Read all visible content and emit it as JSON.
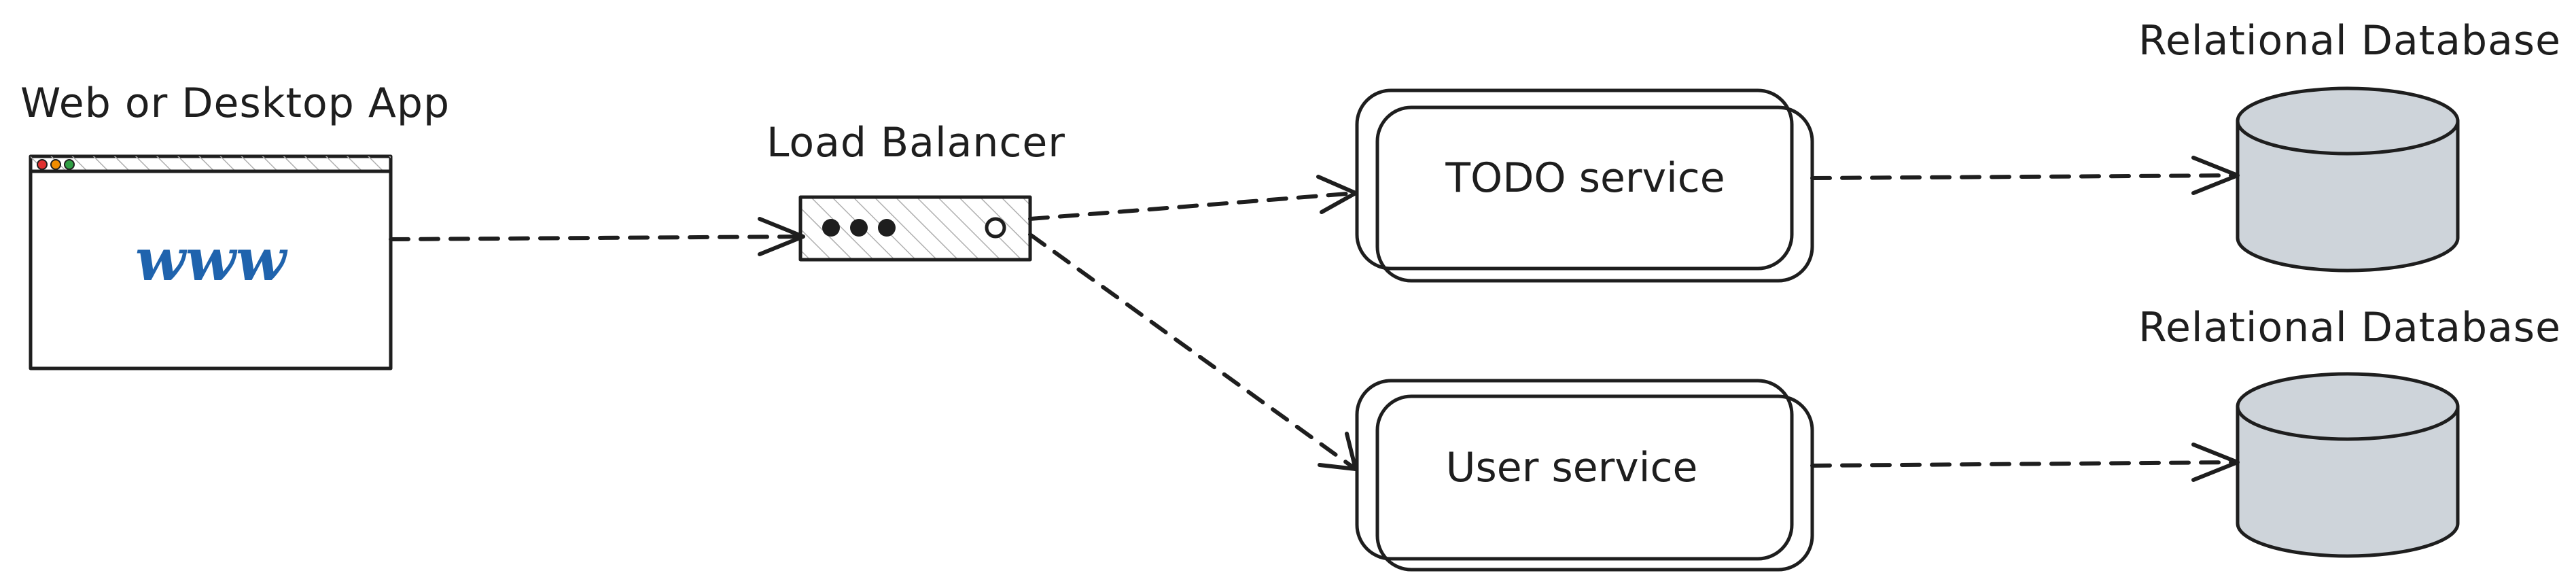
{
  "nodes": {
    "client": {
      "label": "Web or Desktop App",
      "content": "www",
      "colors": {
        "window_dot_red": "#e03131",
        "window_dot_orange": "#f08c00",
        "window_dot_green": "#2f9e44",
        "www": "#1f63ad"
      }
    },
    "load_balancer": {
      "label": "Load Balancer"
    },
    "todo_service": {
      "label": "TODO service"
    },
    "user_service": {
      "label": "User service"
    },
    "todo_db": {
      "label": "Relational Database"
    },
    "user_db": {
      "label": "Relational Database"
    }
  },
  "edges": [
    {
      "from": "client",
      "to": "load_balancer",
      "style": "dashed"
    },
    {
      "from": "load_balancer",
      "to": "todo_service",
      "style": "dashed"
    },
    {
      "from": "load_balancer",
      "to": "user_service",
      "style": "dashed"
    },
    {
      "from": "todo_service",
      "to": "todo_db",
      "style": "dashed"
    },
    {
      "from": "user_service",
      "to": "user_db",
      "style": "dashed"
    }
  ],
  "colors": {
    "stroke": "#1e1e1e",
    "database_fill": "#ced4da",
    "background": "#ffffff"
  }
}
